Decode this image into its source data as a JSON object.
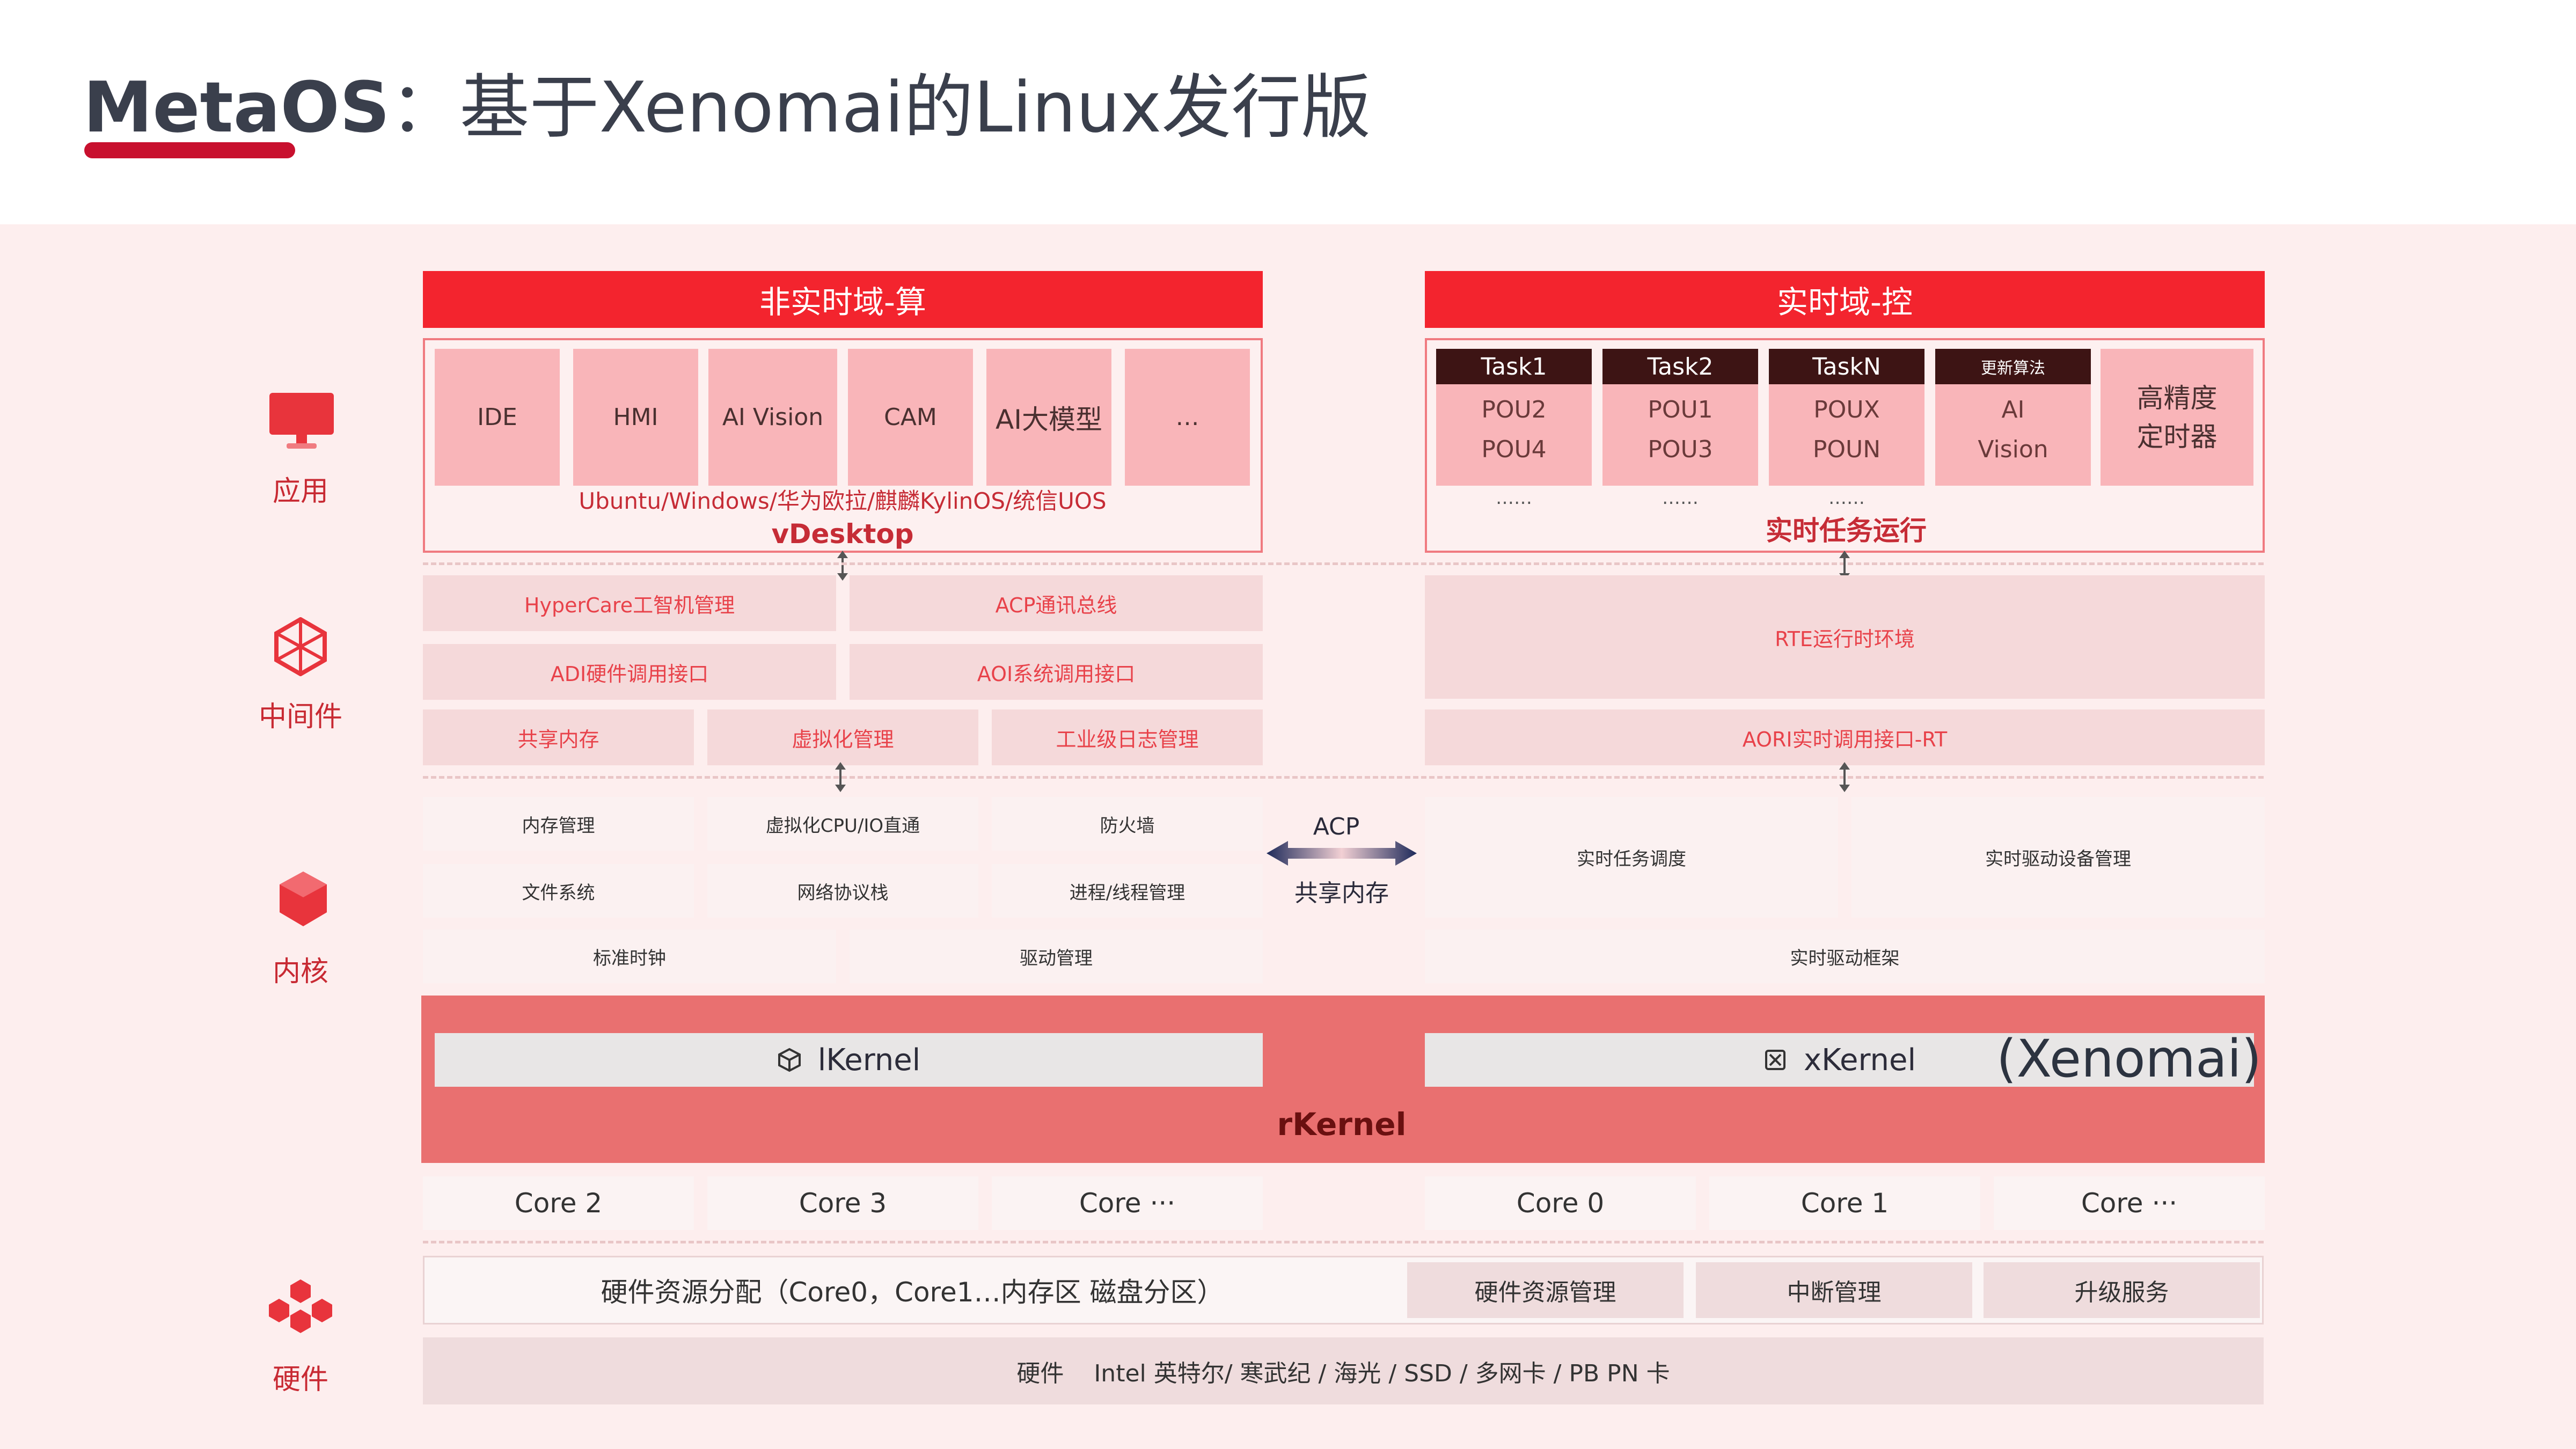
{
  "title": {
    "bold": "MetaOS",
    "rest": "：基于Xenomai的Linux发行版"
  },
  "side_labels": {
    "app": "应用",
    "middleware": "中间件",
    "kernel": "内核",
    "hardware": "硬件"
  },
  "non_rt": {
    "header": "非实时域-算",
    "apps": [
      "IDE",
      "HMI",
      "AI Vision",
      "CAM",
      "AI大模型",
      "…"
    ],
    "os_list": "Ubuntu/Windows/华为欧拉/麒麟KylinOS/统信UOS",
    "vdesktop": "vDesktop",
    "middleware": [
      "HyperCare工智机管理",
      "ACP通讯总线",
      "ADI硬件调用接口",
      "AOI系统调用接口",
      "共享内存",
      "虚拟化管理",
      "工业级日志管理"
    ],
    "kernel": [
      "内存管理",
      "虚拟化CPU/IO直通",
      "防火墙",
      "文件系统",
      "网络协议栈",
      "进程/线程管理",
      "标准时钟",
      "驱动管理"
    ],
    "lkernel": "lKernel",
    "cores": [
      "Core 2",
      "Core 3",
      "Core ···"
    ]
  },
  "rt": {
    "header": "实时域-控",
    "tasks": [
      {
        "name": "Task1",
        "items": [
          "POU2",
          "POU4"
        ],
        "more": "……"
      },
      {
        "name": "Task2",
        "items": [
          "POU1",
          "POU3"
        ],
        "more": "……"
      },
      {
        "name": "TaskN",
        "items": [
          "POUX",
          "POUN"
        ],
        "more": "……"
      },
      {
        "name": "更新算法",
        "items": [
          "AI",
          "Vision"
        ],
        "more": ""
      }
    ],
    "timer": [
      "高精度",
      "定时器"
    ],
    "rt_run": "实时任务运行",
    "rte": "RTE运行时环境",
    "aori": "AORI实时调用接口-RT",
    "kernel": [
      "实时任务调度",
      "实时驱动设备管理",
      "实时驱动框架"
    ],
    "xkernel": "xKernel",
    "xenomai": "(Xenomai)",
    "cores": [
      "Core 0",
      "Core 1",
      "Core ···"
    ]
  },
  "acp": {
    "label": "ACP",
    "shared": "共享内存"
  },
  "rkernel": "rKernel",
  "hardware": {
    "alloc": "硬件资源分配（Core0，Core1…内存区  磁盘分区）",
    "buttons": [
      "硬件资源管理",
      "中断管理",
      "升级服务"
    ],
    "devices": "硬件    Intel 英特尔/ 寒武纪 / 海光 / SSD / 多网卡 / PB PN 卡"
  },
  "colors": {
    "accent": "#f3242e",
    "brand": "#c8102e",
    "panel": "#fdeeee",
    "tile": "#f9b5b9",
    "rkernel": "#e97070"
  },
  "icons": [
    "monitor-icon",
    "hexagon-network-icon",
    "cube-icon",
    "cluster-icon",
    "box-icon",
    "x-box-icon"
  ]
}
